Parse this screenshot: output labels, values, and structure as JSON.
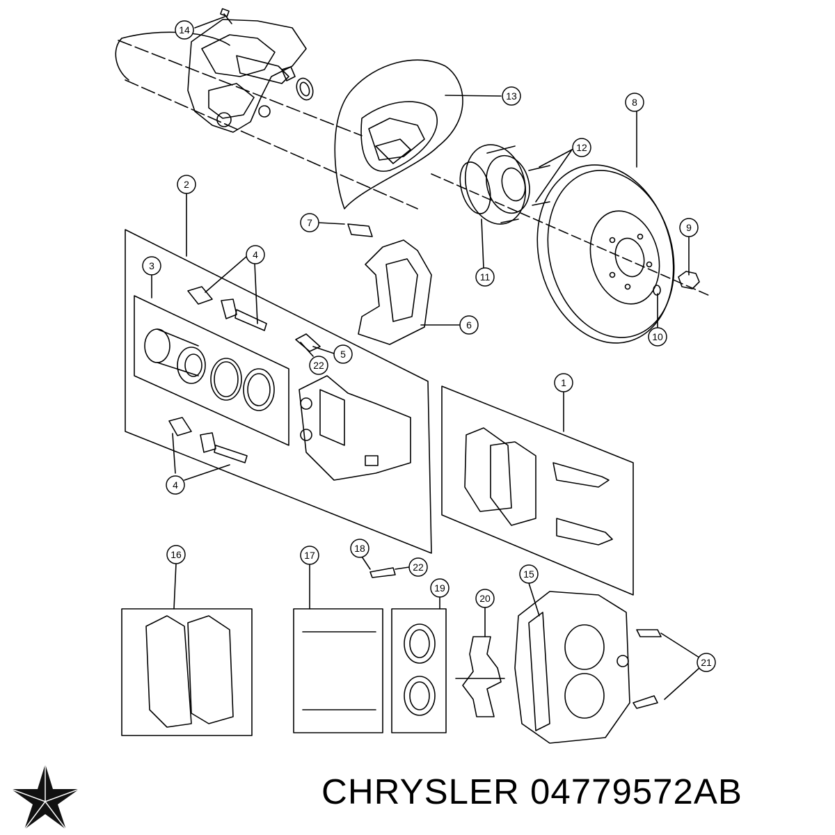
{
  "caption": {
    "brand": "CHRYSLER",
    "part_number": "04779572AB"
  },
  "logo": {
    "icon": "pentastar-icon",
    "color": "#111111"
  },
  "callouts": [
    {
      "id": "c14",
      "label": "14"
    },
    {
      "id": "c13",
      "label": "13"
    },
    {
      "id": "c8",
      "label": "8"
    },
    {
      "id": "c12",
      "label": "12"
    },
    {
      "id": "c2",
      "label": "2"
    },
    {
      "id": "c7",
      "label": "7"
    },
    {
      "id": "c9",
      "label": "9"
    },
    {
      "id": "c4a",
      "label": "4"
    },
    {
      "id": "c3",
      "label": "3"
    },
    {
      "id": "c11",
      "label": "11"
    },
    {
      "id": "c6",
      "label": "6"
    },
    {
      "id": "c10",
      "label": "10"
    },
    {
      "id": "c5",
      "label": "5"
    },
    {
      "id": "c22a",
      "label": "22"
    },
    {
      "id": "c1",
      "label": "1"
    },
    {
      "id": "c4b",
      "label": "4"
    },
    {
      "id": "c16",
      "label": "16"
    },
    {
      "id": "c17",
      "label": "17"
    },
    {
      "id": "c18",
      "label": "18"
    },
    {
      "id": "c22b",
      "label": "22"
    },
    {
      "id": "c19",
      "label": "19"
    },
    {
      "id": "c15",
      "label": "15"
    },
    {
      "id": "c20",
      "label": "20"
    },
    {
      "id": "c21",
      "label": "21"
    }
  ]
}
